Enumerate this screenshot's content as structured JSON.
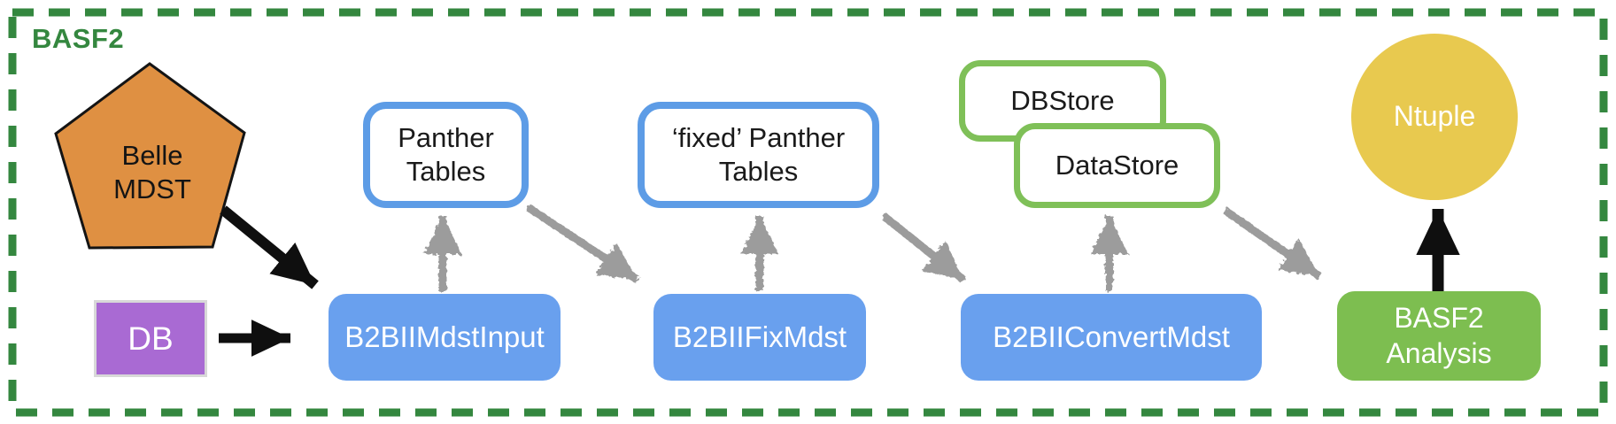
{
  "diagram": {
    "frame_label": "BASF2",
    "nodes": {
      "belle_mdst": {
        "label": "Belle\nMDST",
        "shape": "pentagon"
      },
      "db": {
        "label": "DB",
        "shape": "rectangle"
      },
      "panther_tables": {
        "label": "Panther\nTables",
        "shape": "rounded-rectangle"
      },
      "b2bii_mdst_input": {
        "label": "B2BIIMdstInput",
        "shape": "rounded-rectangle"
      },
      "fixed_panther_tables": {
        "label": "‘fixed’ Panther\nTables",
        "shape": "rounded-rectangle"
      },
      "b2bii_fix_mdst": {
        "label": "B2BIIFixMdst",
        "shape": "rounded-rectangle"
      },
      "dbstore": {
        "label": "DBStore",
        "shape": "rounded-rectangle"
      },
      "datastore": {
        "label": "DataStore",
        "shape": "rounded-rectangle"
      },
      "b2bii_convert_mdst": {
        "label": "B2BIIConvertMdst",
        "shape": "rounded-rectangle"
      },
      "basf2_analysis": {
        "label": "BASF2\nAnalysis",
        "shape": "rounded-rectangle"
      },
      "ntuple": {
        "label": "Ntuple",
        "shape": "circle"
      }
    },
    "edges": [
      {
        "from": "belle_mdst",
        "to": "b2bii_mdst_input",
        "style": "black-solid"
      },
      {
        "from": "db",
        "to": "b2bii_mdst_input",
        "style": "black-solid"
      },
      {
        "from": "b2bii_mdst_input",
        "to": "panther_tables",
        "style": "gray-chalk"
      },
      {
        "from": "panther_tables",
        "to": "b2bii_fix_mdst",
        "style": "gray-chalk"
      },
      {
        "from": "b2bii_fix_mdst",
        "to": "fixed_panther_tables",
        "style": "gray-chalk"
      },
      {
        "from": "fixed_panther_tables",
        "to": "b2bii_convert_mdst",
        "style": "gray-chalk"
      },
      {
        "from": "b2bii_convert_mdst",
        "to": "datastore",
        "style": "gray-chalk"
      },
      {
        "from": "datastore",
        "to": "basf2_analysis",
        "style": "gray-chalk"
      },
      {
        "from": "basf2_analysis",
        "to": "ntuple",
        "style": "black-solid"
      }
    ],
    "colors": {
      "frame_green": "#34873f",
      "pentagon_orange": "#df9042",
      "db_purple": "#a96ad3",
      "process_blue": "#69a0ee",
      "panther_border_blue": "#5d9ce6",
      "store_border_green": "#7fc058",
      "analysis_green": "#7dbe50",
      "ntuple_yellow": "#e8c94f",
      "chalk_arrow_gray": "#9c9c9c",
      "arrow_black": "#0f0f0f"
    }
  }
}
